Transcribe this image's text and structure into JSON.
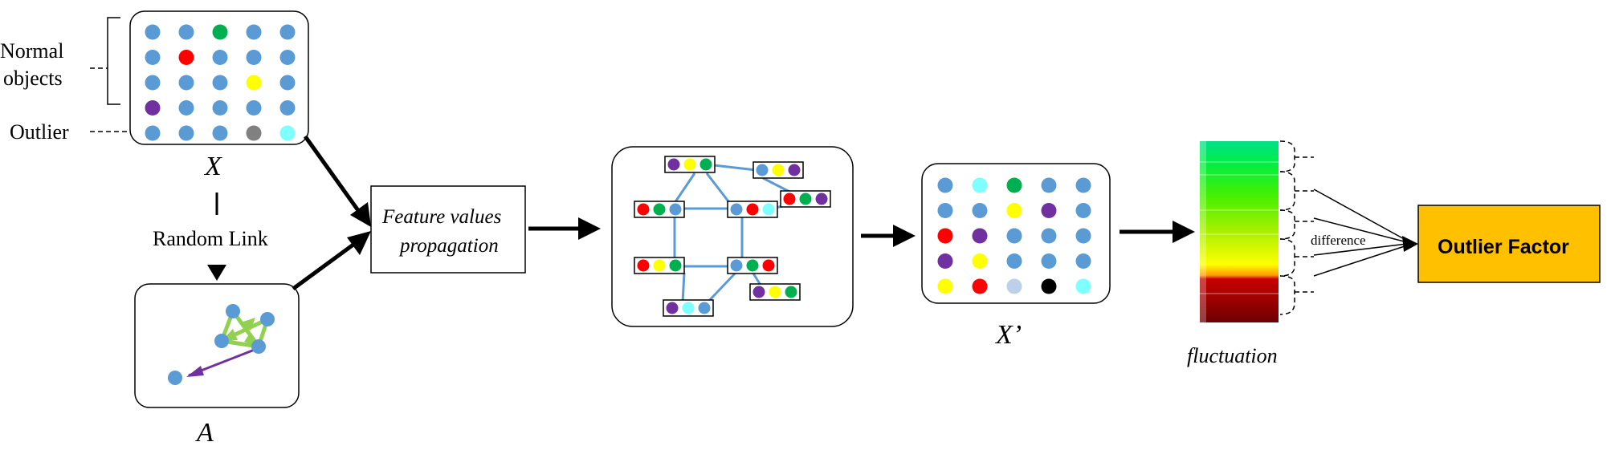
{
  "labels": {
    "normal_line1": "Normal",
    "normal_line2": "objects",
    "outlier": "Outlier",
    "X": "X",
    "random_link": "Random Link",
    "A": "A",
    "propagation_line1": "Feature values",
    "propagation_line2": "propagation",
    "X_prime": "X’",
    "fluctuation": "fluctuation",
    "difference": "difference",
    "outlier_factor": "Outlier Factor"
  },
  "colors": {
    "blue": "#5b9bd5",
    "red": "#ff0000",
    "green": "#00b050",
    "yellow": "#ffff00",
    "purple": "#7030a0",
    "gray": "#808080",
    "cyan": "#7fffff",
    "lightblue": "#bdd0e9",
    "black": "#000000",
    "light_green_edge": "#92d050",
    "factor_fill": "#ffc000"
  },
  "matrix_X": [
    [
      "blue",
      "blue",
      "green",
      "blue",
      "blue"
    ],
    [
      "blue",
      "red",
      "blue",
      "blue",
      "blue"
    ],
    [
      "blue",
      "blue",
      "blue",
      "yellow",
      "blue"
    ],
    [
      "purple",
      "blue",
      "blue",
      "blue",
      "blue"
    ],
    [
      "blue",
      "blue",
      "blue",
      "gray",
      "cyan"
    ]
  ],
  "matrix_X_prime": [
    [
      "blue",
      "cyan",
      "green",
      "blue",
      "blue"
    ],
    [
      "blue",
      "blue",
      "yellow",
      "purple",
      "blue"
    ],
    [
      "red",
      "purple",
      "blue",
      "blue",
      "blue"
    ],
    [
      "purple",
      "yellow",
      "blue",
      "blue",
      "blue"
    ],
    [
      "yellow",
      "red",
      "lightblue",
      "black",
      "cyan"
    ]
  ],
  "graph_nodes": [
    [
      "purple",
      "yellow",
      "green"
    ],
    [
      "blue",
      "yellow",
      "purple"
    ],
    [
      "red",
      "green",
      "blue"
    ],
    [
      "blue",
      "red",
      "cyan"
    ],
    [
      "red",
      "green",
      "purple"
    ],
    [
      "red",
      "yellow",
      "green"
    ],
    [
      "blue",
      "green",
      "red"
    ],
    [
      "purple",
      "yellow",
      "green"
    ],
    [
      "purple",
      "cyan",
      "blue"
    ]
  ],
  "fluctuation_bar": {
    "gradient_stops": [
      "#00e676",
      "#00ee44",
      "#33f000",
      "#aaf000",
      "#ffff00",
      "#ffe000",
      "#cc0000",
      "#7a0000"
    ]
  }
}
